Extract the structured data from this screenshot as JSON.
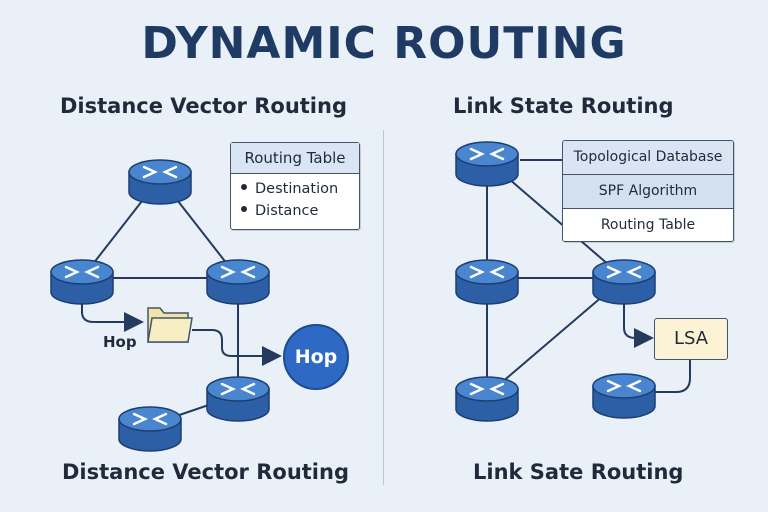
{
  "title": "DYNAMIC ROUTING",
  "left": {
    "heading": "Distance Vector Routing",
    "footer": "Distance Vector Routing",
    "routing_table": {
      "header": "Routing Table",
      "items": [
        "Destination",
        "Distance"
      ]
    },
    "hop_label": "Hop",
    "hop_circle": "Hop"
  },
  "right": {
    "heading": "Link State Routing",
    "footer": "Link Sate Routing",
    "stack": [
      "Topological Database",
      "SPF Algorithm",
      "Routing Table"
    ],
    "lsa": "LSA"
  },
  "colors": {
    "router_top": "#4a86d0",
    "router_side": "#2c5fa5",
    "line": "#243b5e",
    "hop_fill": "#2f69c6",
    "lsa_fill": "#fbf3d4"
  },
  "icons": [
    "router-icon",
    "folder-icon",
    "arrow-icon"
  ]
}
